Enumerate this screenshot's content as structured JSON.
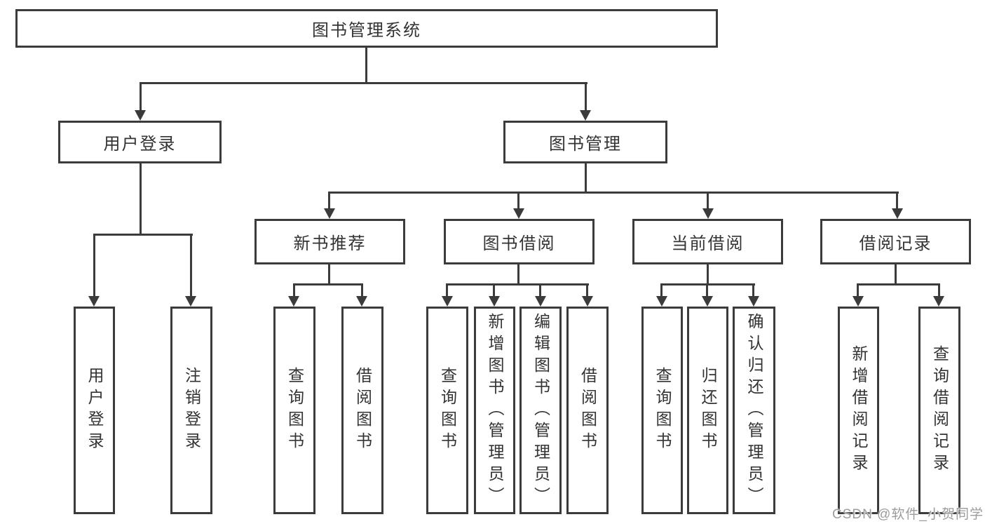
{
  "tree": {
    "root": "图书管理系统",
    "login": {
      "label": "用户登录",
      "leaves": [
        "用户登录",
        "注销登录"
      ]
    },
    "management": {
      "label": "图书管理",
      "groups": [
        {
          "label": "新书推荐",
          "leaves": [
            "查询图书",
            "借阅图书"
          ]
        },
        {
          "label": "图书借阅",
          "leaves": [
            "查询图书",
            "新增图书（管理员）",
            "编辑图书（管理员）",
            "借阅图书"
          ]
        },
        {
          "label": "当前借阅",
          "leaves": [
            "查询图书",
            "归还图书",
            "确认归还（管理员）"
          ]
        },
        {
          "label": "借阅记录",
          "leaves": [
            "新增借阅记录",
            "查询借阅记录"
          ]
        }
      ]
    }
  },
  "watermark": "CSDN @软件_小贺同学",
  "colors": {
    "line": "#3b3b3b",
    "text": "#333333",
    "watermark": "#9c9c9c",
    "background": "#ffffff"
  }
}
